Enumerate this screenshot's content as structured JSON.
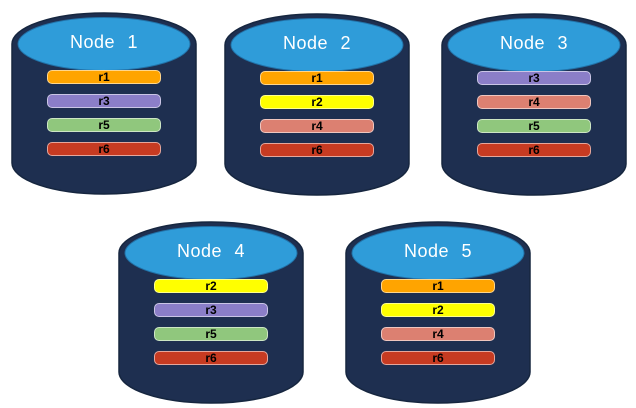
{
  "canvas": {
    "background": "#FFFFFF"
  },
  "cylinder_style": {
    "body_color": "#1E2F50",
    "body_stroke": "#16263F",
    "top_color": "#2F9CD9",
    "top_stroke": "#2272A8",
    "title_color": "#FFFFFF"
  },
  "replica_colors": {
    "r1": "#FFA400",
    "r2": "#FFFF00",
    "r3": "#8B7EC8",
    "r4": "#DC8071",
    "r5": "#90C77D",
    "r6": "#C73B22"
  },
  "nodes": [
    {
      "label": "Node 1",
      "replicas": [
        "r1",
        "r3",
        "r5",
        "r6"
      ]
    },
    {
      "label": "Node 2",
      "replicas": [
        "r1",
        "r2",
        "r4",
        "r6"
      ]
    },
    {
      "label": "Node 3",
      "replicas": [
        "r3",
        "r4",
        "r5",
        "r6"
      ]
    },
    {
      "label": "Node 4",
      "replicas": [
        "r2",
        "r3",
        "r5",
        "r6"
      ]
    },
    {
      "label": "Node 5",
      "replicas": [
        "r1",
        "r2",
        "r4",
        "r6"
      ]
    }
  ]
}
